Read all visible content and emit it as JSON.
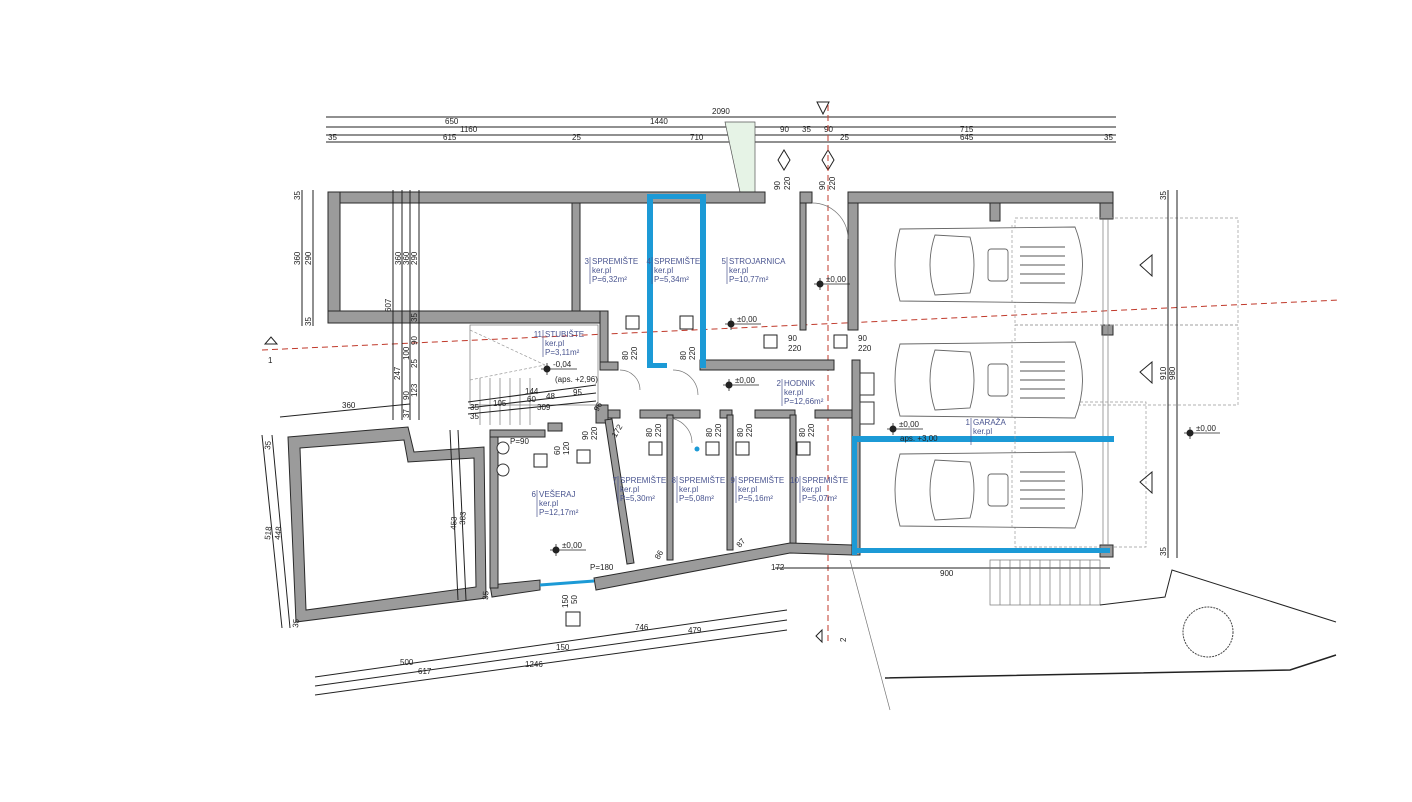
{
  "drawing": {
    "accent_color": "#1c9ad6",
    "wall_color": "#9b9b9b",
    "section_line_color": "#c0392b",
    "section_markers": [
      "1",
      "2"
    ],
    "rooms": [
      {
        "num": "1",
        "name": "GARAŽA",
        "floor": "ker.pl",
        "area": ""
      },
      {
        "num": "2",
        "name": "HODNIK",
        "floor": "ker.pl",
        "area": "P=12,66m²"
      },
      {
        "num": "3",
        "name": "SPREMIŠTE",
        "floor": "ker.pl",
        "area": "P=6,32m²"
      },
      {
        "num": "4",
        "name": "SPREMIŠTE",
        "floor": "ker.pl",
        "area": "P=5,34m²"
      },
      {
        "num": "5",
        "name": "STROJARNICA",
        "floor": "ker.pl",
        "area": "P=10,77m²"
      },
      {
        "num": "6",
        "name": "VEŠERAJ",
        "floor": "ker.pl",
        "area": "P=12,17m²"
      },
      {
        "num": "7",
        "name": "SPREMIŠTE",
        "floor": "ker.pl",
        "area": "P=5,30m²"
      },
      {
        "num": "8",
        "name": "SPREMIŠTE",
        "floor": "ker.pl",
        "area": "P=5,08m²"
      },
      {
        "num": "9",
        "name": "SPREMIŠTE",
        "floor": "ker.pl",
        "area": "P=5,16m²"
      },
      {
        "num": "10",
        "name": "SPREMIŠTE",
        "floor": "ker.pl",
        "area": "P=5,07m²"
      },
      {
        "num": "11",
        "name": "STUBIŠTE",
        "floor": "ker.pl",
        "area": "P=3,11m²"
      }
    ],
    "levels": {
      "zero": "±0,00",
      "stair": "-0,04",
      "stair_abs": "(aps. +2,96)",
      "garage_abs": "aps. +3,00"
    },
    "doors": {
      "w80": "80",
      "w90": "90",
      "w60": "60",
      "h220": "220",
      "h120": "120",
      "p90": "P=90",
      "p180": "P=180",
      "w150": "150",
      "w50": "50",
      "angle172": "172",
      "d96": "96",
      "d86": "86",
      "d87": "87"
    },
    "dimensions": {
      "top": [
        "2090",
        "650",
        "1440",
        "1160",
        "90",
        "35",
        "90",
        "715",
        "35",
        "615",
        "25",
        "710",
        "25",
        "645",
        "35"
      ],
      "left": [
        "35",
        "290",
        "35",
        "360",
        "360",
        "360",
        "290",
        "607",
        "35",
        "100",
        "90",
        "247",
        "90",
        "25",
        "123",
        "37",
        "360"
      ],
      "lower_left": [
        "35",
        "448",
        "518",
        "35",
        "453",
        "383",
        "35"
      ],
      "bottom": [
        "746",
        "479",
        "150",
        "500",
        "617",
        "1246"
      ],
      "right": [
        "35",
        "910",
        "980",
        "35",
        "900"
      ],
      "stair": [
        "144",
        "60",
        "48",
        "95",
        "105",
        "309",
        "35",
        "35"
      ]
    }
  }
}
